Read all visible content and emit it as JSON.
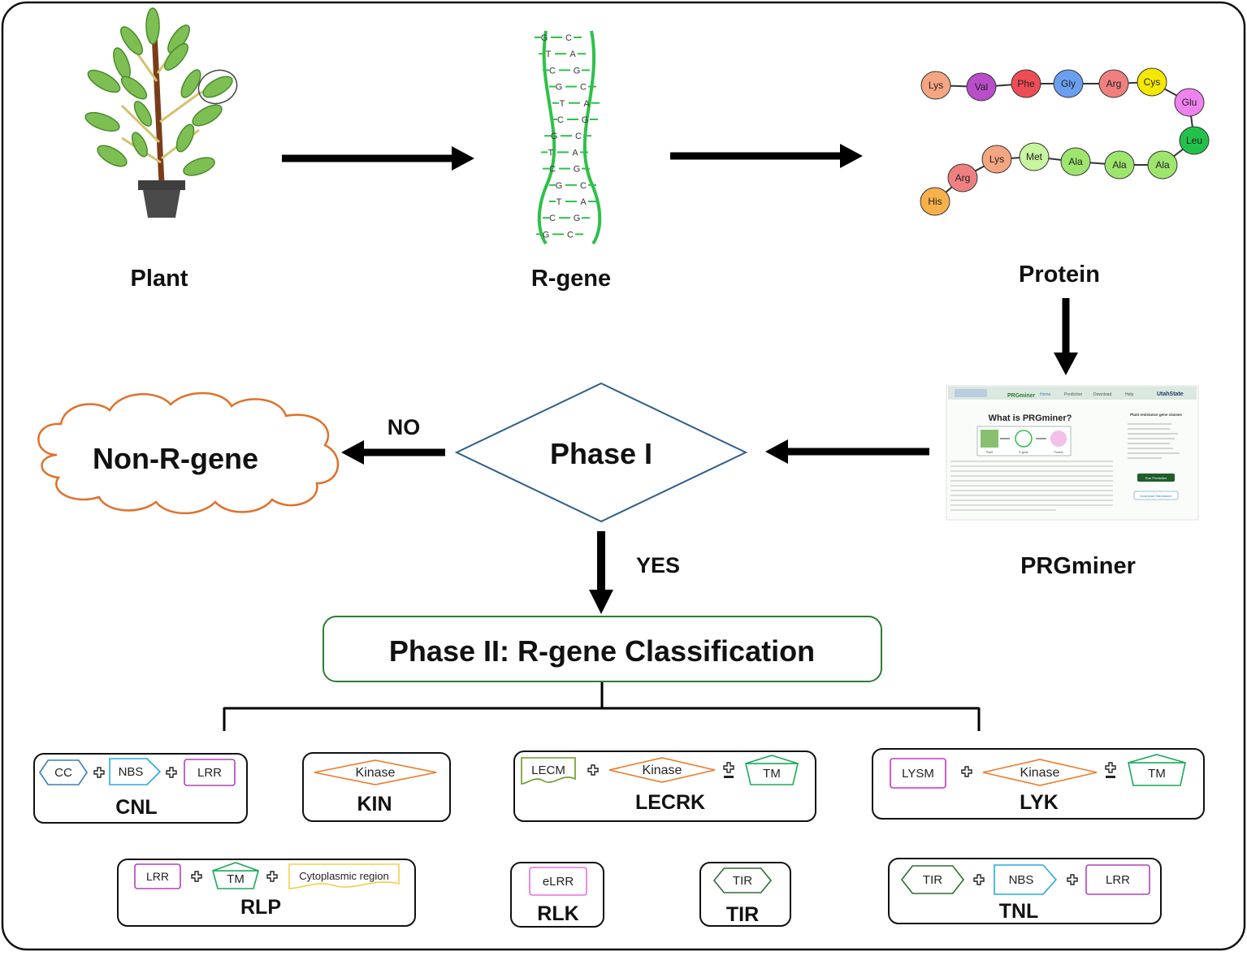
{
  "labels": {
    "plant": "Plant",
    "rgene": "R-gene",
    "protein": "Protein",
    "prgminer": "PRGminer",
    "non_rgene": "Non-R-gene",
    "phase1": "Phase I",
    "no": "NO",
    "yes": "YES",
    "phase2": "Phase II: R-gene  Classification"
  },
  "dna_pairs": [
    [
      "G",
      "C"
    ],
    [
      "T",
      "A"
    ],
    [
      "C",
      "G"
    ],
    [
      "G",
      "C"
    ],
    [
      "T",
      "A"
    ],
    [
      "C",
      "G"
    ],
    [
      "G",
      "C"
    ],
    [
      "T",
      "A"
    ],
    [
      "C",
      "G"
    ],
    [
      "G",
      "C"
    ],
    [
      "T",
      "A"
    ],
    [
      "C",
      "G"
    ],
    [
      "G",
      "C"
    ]
  ],
  "amino_acids": [
    {
      "label": "Lys",
      "color": "#f4a582"
    },
    {
      "label": "Val",
      "color": "#b84fc9"
    },
    {
      "label": "Phe",
      "color": "#ef4d56"
    },
    {
      "label": "Gly",
      "color": "#6a9ff0"
    },
    {
      "label": "Arg",
      "color": "#f08080"
    },
    {
      "label": "Cys",
      "color": "#f5e800"
    },
    {
      "label": "Glu",
      "color": "#ee82ee"
    },
    {
      "label": "Leu",
      "color": "#22c24a"
    },
    {
      "label": "Ala",
      "color": "#9ee56e"
    },
    {
      "label": "Ala",
      "color": "#9ee56e"
    },
    {
      "label": "Ala",
      "color": "#9ee56e"
    },
    {
      "label": "Met",
      "color": "#c8f5a0"
    },
    {
      "label": "Lys",
      "color": "#f4a582"
    },
    {
      "label": "Arg",
      "color": "#f08080"
    },
    {
      "label": "His",
      "color": "#f7b04a"
    }
  ],
  "website": {
    "title": "What is PRGminer?",
    "nav": [
      "Home",
      "Prediction",
      "Download",
      "Help"
    ],
    "brand": "PRGminer",
    "university": "UtahState",
    "side_title": "Plant resistance gene classes",
    "run_button": "Run Prediction",
    "download_button": "Download Standalone",
    "thumb_labels": [
      "Plant",
      "R-gene",
      "Protein"
    ]
  },
  "classes": [
    {
      "name": "CNL",
      "domains": [
        "CC",
        "NBS",
        "LRR"
      ]
    },
    {
      "name": "KIN",
      "domains": [
        "Kinase"
      ]
    },
    {
      "name": "LECRK",
      "domains": [
        "LECM",
        "Kinase",
        "TM"
      ]
    },
    {
      "name": "LYK",
      "domains": [
        "LYSM",
        "Kinase",
        "TM"
      ]
    },
    {
      "name": "RLP",
      "domains": [
        "LRR",
        "TM",
        "Cytoplasmic region"
      ]
    },
    {
      "name": "RLK",
      "domains": [
        "eLRR"
      ]
    },
    {
      "name": "TIR",
      "domains": [
        "TIR"
      ]
    },
    {
      "name": "TNL",
      "domains": [
        "TIR",
        "NBS",
        "LRR"
      ]
    }
  ],
  "colors": {
    "cc": "#3a7fb5",
    "nbs": "#28a9e0",
    "lrr": "#b040b8",
    "kinase": "#ef7a2c",
    "lecm": "#6a9a2a",
    "tm": "#1aa85a",
    "lysm": "#d02ec8",
    "cyto": "#f2d04a",
    "elrr": "#e870e0",
    "tir": "#2f6e2f",
    "cloud": "#e0702a",
    "phase1": "#2e5f8a",
    "phase2": "#2e7d32",
    "dna": "#2fc04a"
  }
}
